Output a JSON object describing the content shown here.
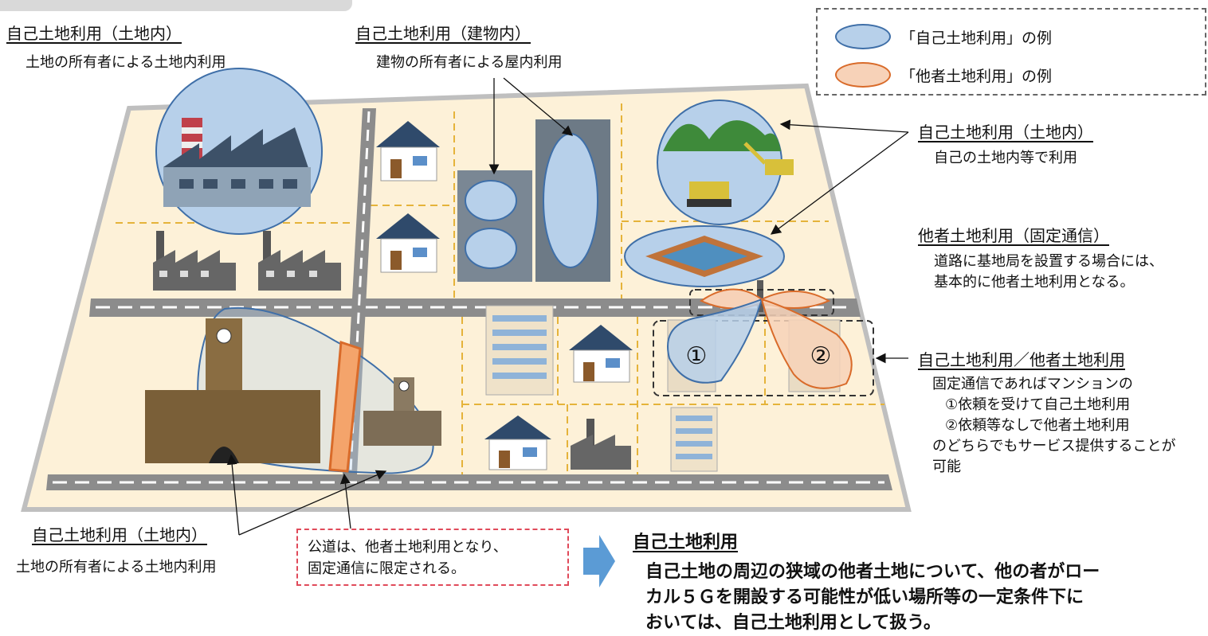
{
  "colors": {
    "own_use": "#b7d0ea",
    "own_use_border": "#3f6fa8",
    "other_use": "#f7d2b8",
    "other_use_border": "#d96b2a",
    "land": "#fdf1d8",
    "road": "#8c8c8c",
    "note_border": "#e04a5a",
    "arrow": "#5b9bd5"
  },
  "legend": {
    "own_use_label": "「自己土地利用」の例",
    "other_use_label": "「他者土地利用」の例"
  },
  "callouts": {
    "top_left": {
      "title": "自己土地利用（土地内）",
      "text": "土地の所有者による土地内利用"
    },
    "top_center": {
      "title": "自己土地利用（建物内）",
      "text": "建物の所有者による屋内利用"
    },
    "right_1": {
      "title": "自己土地利用（土地内）",
      "text": "自己の土地内等で利用"
    },
    "right_2": {
      "title": "他者土地利用（固定通信）",
      "lines": [
        "道路に基地局を設置する場合には、",
        "基本的に他者土地利用となる。"
      ]
    },
    "right_3": {
      "title": "自己土地利用／他者土地利用",
      "lines": [
        "固定通信であればマンションの",
        "①依頼を受けて自己土地利用",
        "②依頼等なしで他者土地利用",
        "のどちらでもサービス提供することが",
        "可能"
      ]
    },
    "bottom_left": {
      "title": "自己土地利用（土地内）",
      "text": "土地の所有者による土地内利用"
    }
  },
  "note": {
    "lines": [
      "公道は、他者土地利用となり、",
      "固定通信に限定される。"
    ]
  },
  "conclusion": {
    "title": "自己土地利用",
    "lines": [
      "自己土地の周辺の狭域の他者土地について、他の者がロー",
      "カル５Ｇを開設する可能性が低い場所等の一定条件下に",
      "おいては、自己土地利用として扱う。"
    ]
  },
  "markers": {
    "one": "①",
    "two": "②"
  }
}
